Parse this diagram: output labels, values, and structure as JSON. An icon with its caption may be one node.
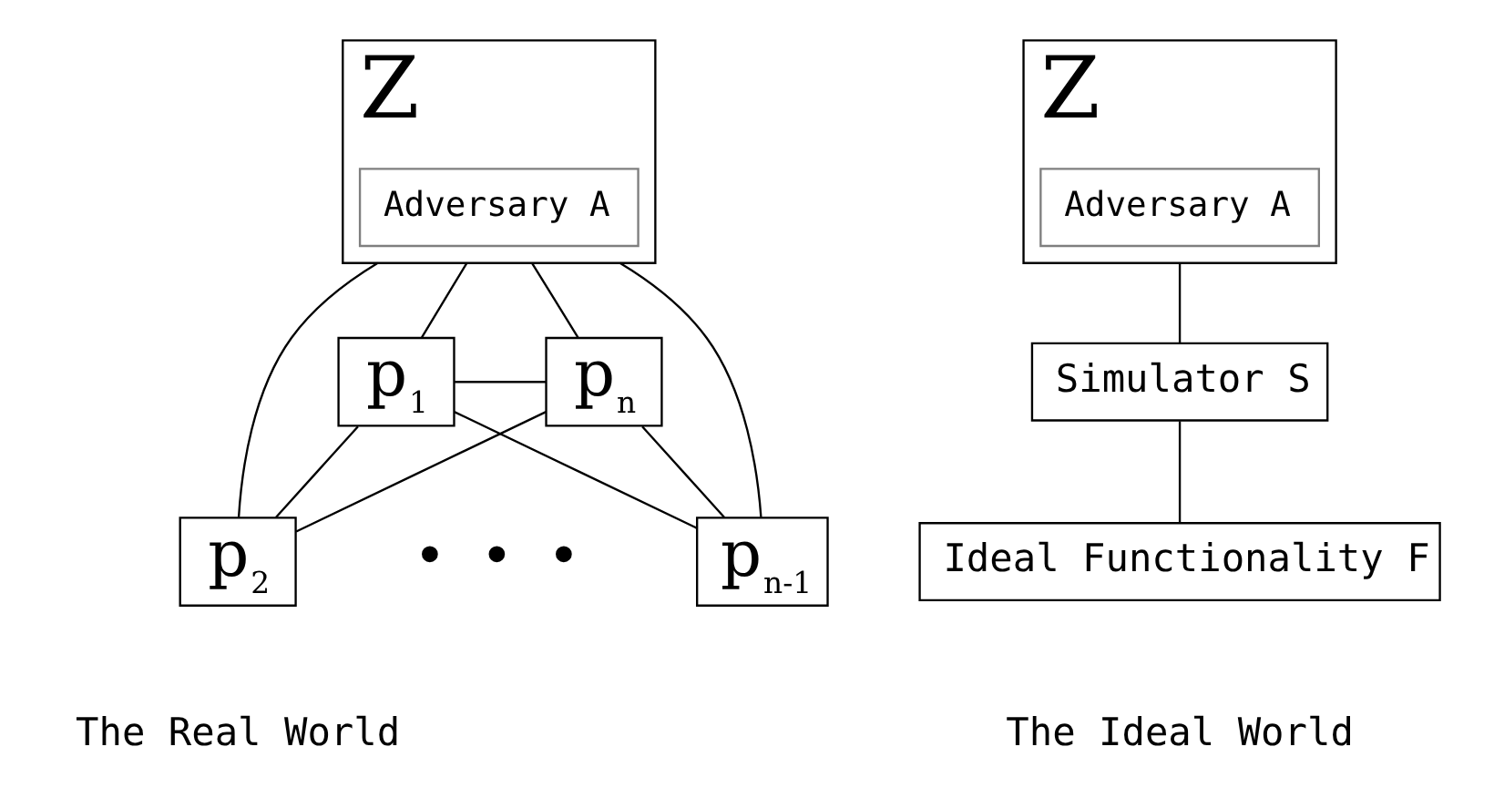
{
  "diagram": {
    "nodes": [
      {
        "text": [
          "Z"
        ]
      },
      {
        "text": [
          "Adversary A"
        ],
        "in": 0
      },
      {
        "text": [
          "p$_{1}$"
        ]
      },
      {
        "text": [
          "p$_{n}$"
        ]
      },
      {
        "text": [
          "p$_{2}$"
        ]
      },
      {
        "text": [
          "p$_{n-1}$"
        ]
      },
      {
        "text": [
          "Z"
        ]
      },
      {
        "text": [
          "Adversary A"
        ],
        "in": 6
      },
      {
        "text": [
          "Simulator S"
        ]
      },
      {
        "text": [
          "Ideal Functionality F"
        ]
      }
    ],
    "edges": [
      {
        "from": 0,
        "to": 2,
        "arrow": "none"
      },
      {
        "from": 0,
        "to": 4,
        "arrow": "none"
      },
      {
        "from": 0,
        "to": 5,
        "arrow": "none"
      },
      {
        "from": 0,
        "to": 3,
        "arrow": "none"
      },
      {
        "from": 2,
        "to": 3,
        "arrow": "none"
      },
      {
        "from": 2,
        "to": 5,
        "arrow": "none"
      },
      {
        "from": 3,
        "to": 4,
        "arrow": "none"
      },
      {
        "from": 2,
        "to": 4,
        "arrow": "none"
      },
      {
        "from": 3,
        "to": 5,
        "arrow": "none"
      },
      {
        "from": 6,
        "to": 8,
        "arrow": "none"
      },
      {
        "from": 8,
        "to": 9,
        "arrow": "none"
      }
    ],
    "labels": [
      "• • •",
      "The Real World",
      "The Ideal World"
    ]
  }
}
